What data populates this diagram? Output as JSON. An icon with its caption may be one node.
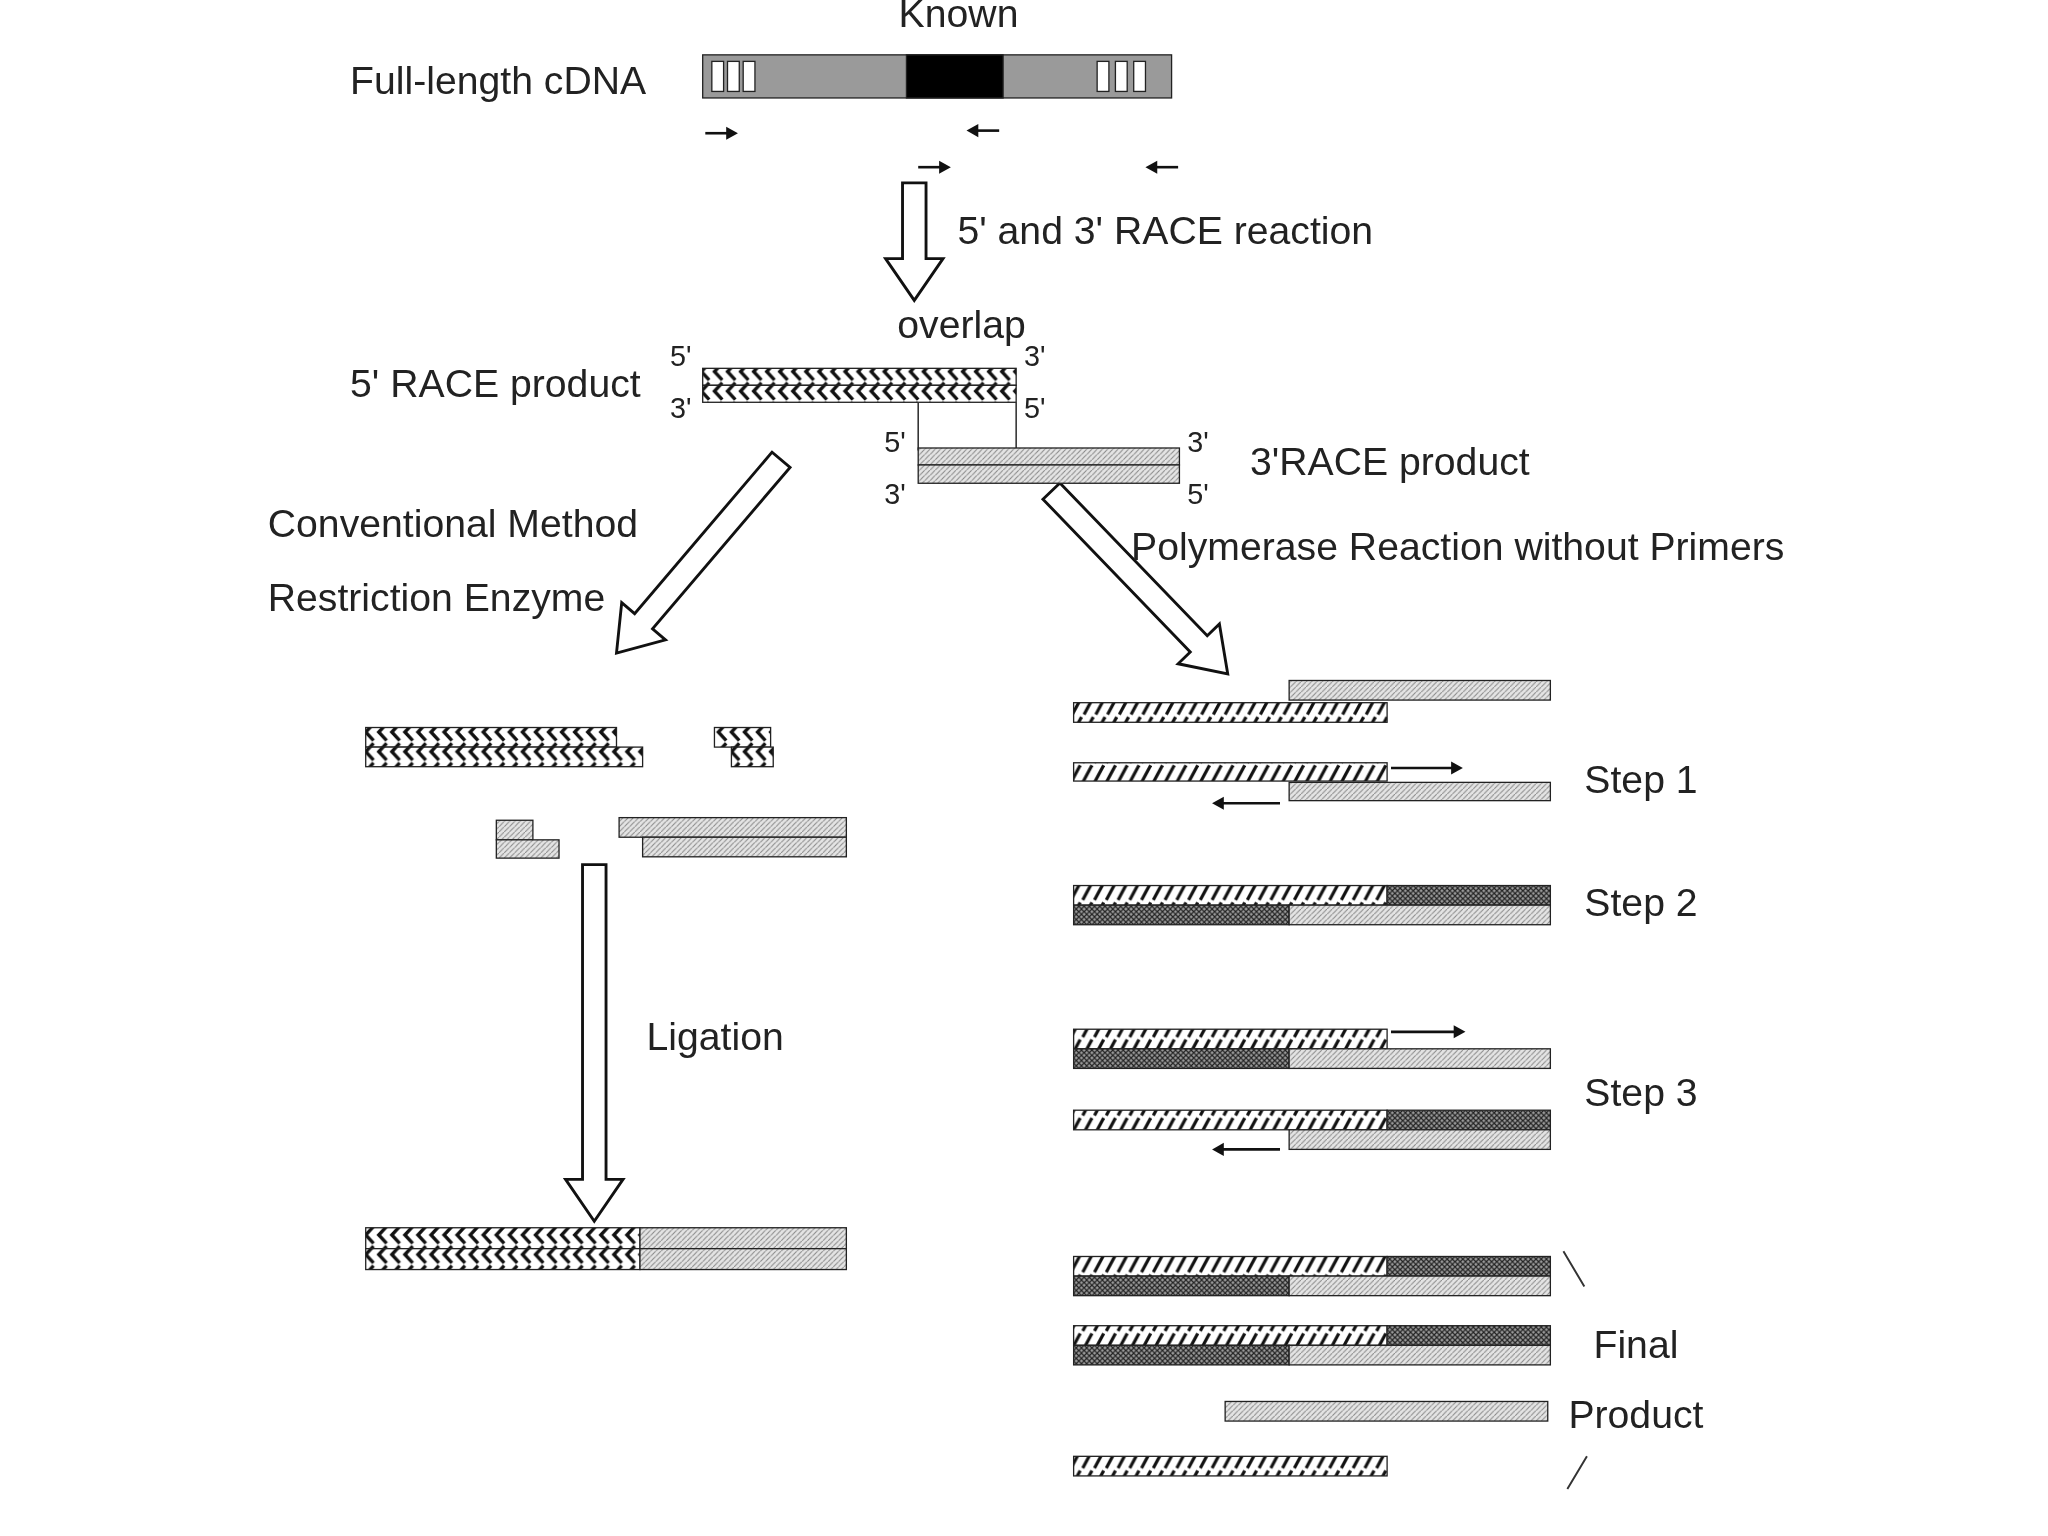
{
  "diagram": {
    "nodes": [
      {
        "text": [
          "Known"
        ],
        "beside": [
          "Full-length cDNA"
        ]
      },
      {
        "text": [
          "overlap"
        ],
        "beside": [
          "5' RACE product"
        ]
      },
      {
        "text": [],
        "shape": "bar",
        "beside": [
          "3'RACE product"
        ]
      },
      {
        "text": [],
        "shape": "bar"
      },
      {
        "text": [],
        "shape": "bar"
      },
      {
        "text": [],
        "shape": "bar"
      }
    ],
    "edges": [
      {
        "from": 0,
        "to": 1,
        "arrow": "to",
        "label": "5' and 3' RACE reaction"
      },
      {
        "from": 1,
        "to": 3,
        "arrow": "to",
        "label": "Conventional Method Restriction Enzyme"
      },
      {
        "from": 2,
        "to": 5,
        "arrow": "to",
        "label": "Polymerase Reaction without Primers"
      },
      {
        "from": 3,
        "to": 4,
        "arrow": "to",
        "label": "Ligation"
      }
    ],
    "labels": [
      "5'",
      "3'",
      "3'",
      "5'",
      "5'",
      "3'",
      "3'",
      "5'",
      "Step 1",
      "Step 2",
      "Step 3",
      "Final Product"
    ]
  }
}
